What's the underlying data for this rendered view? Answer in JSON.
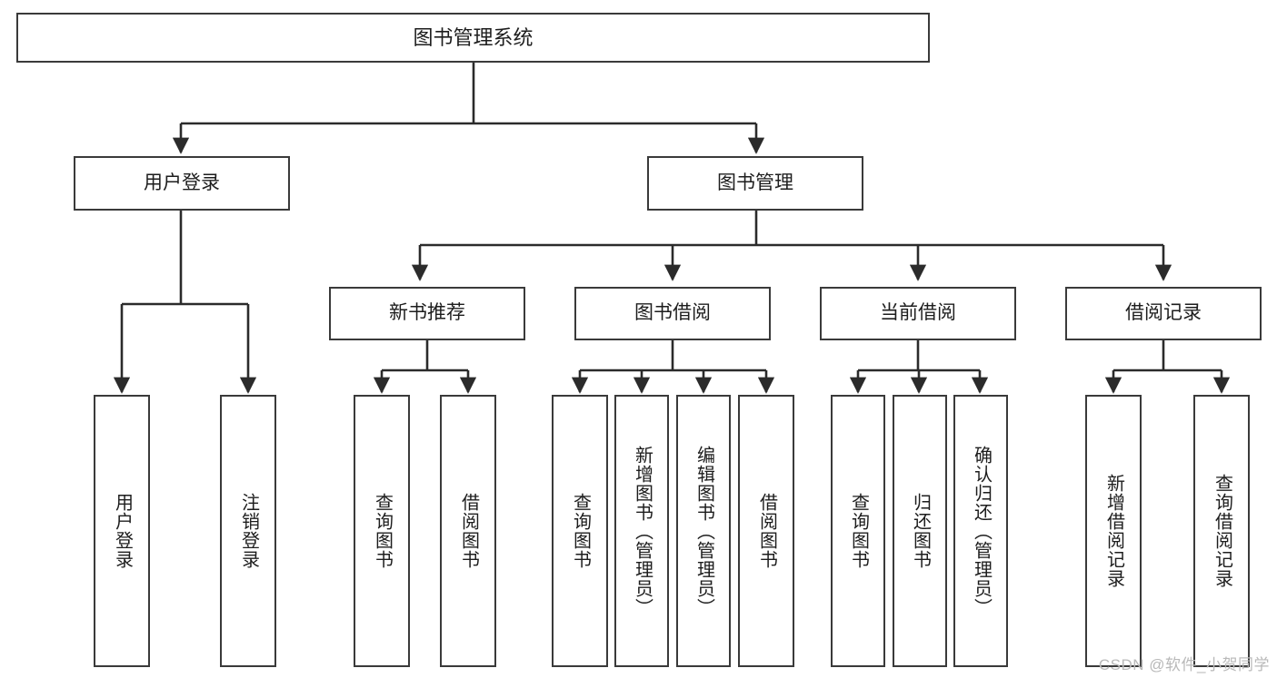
{
  "diagram": {
    "title": "图书管理系统",
    "type": "hierarchy-tree",
    "root": {
      "id": "root",
      "label": "图书管理系统"
    },
    "level2": [
      {
        "id": "user-login",
        "label": "用户登录"
      },
      {
        "id": "book-mgmt",
        "label": "图书管理"
      }
    ],
    "level3": [
      {
        "id": "new-book-rec",
        "label": "新书推荐",
        "parent": "book-mgmt"
      },
      {
        "id": "book-borrow",
        "label": "图书借阅",
        "parent": "book-mgmt"
      },
      {
        "id": "current-borrow",
        "label": "当前借阅",
        "parent": "book-mgmt"
      },
      {
        "id": "borrow-record",
        "label": "借阅记录",
        "parent": "book-mgmt"
      }
    ],
    "leaves": [
      {
        "id": "leaf-user-login",
        "label": "用户登录",
        "parent": "user-login"
      },
      {
        "id": "leaf-logout",
        "label": "注销登录",
        "parent": "user-login"
      },
      {
        "id": "leaf-query-book-1",
        "label": "查询图书",
        "parent": "new-book-rec"
      },
      {
        "id": "leaf-borrow-book-1",
        "label": "借阅图书",
        "parent": "new-book-rec"
      },
      {
        "id": "leaf-query-book-2",
        "label": "查询图书",
        "parent": "book-borrow"
      },
      {
        "id": "leaf-add-book",
        "label": "新增图书（管理员）",
        "parent": "book-borrow"
      },
      {
        "id": "leaf-edit-book",
        "label": "编辑图书（管理员）",
        "parent": "book-borrow"
      },
      {
        "id": "leaf-borrow-book-2",
        "label": "借阅图书",
        "parent": "book-borrow"
      },
      {
        "id": "leaf-query-book-3",
        "label": "查询图书",
        "parent": "current-borrow"
      },
      {
        "id": "leaf-return-book",
        "label": "归还图书",
        "parent": "current-borrow"
      },
      {
        "id": "leaf-confirm-return",
        "label": "确认归还（管理员）",
        "parent": "current-borrow"
      },
      {
        "id": "leaf-add-record",
        "label": "新增借阅记录",
        "parent": "borrow-record"
      },
      {
        "id": "leaf-query-record",
        "label": "查询借阅记录",
        "parent": "borrow-record"
      }
    ]
  },
  "watermark": {
    "text": "CSDN @软件_小贺同学"
  },
  "colors": {
    "stroke": "#3a3a3a",
    "fill": "#ffffff",
    "text": "#1d1d1d",
    "watermark": "#b9b9b9"
  }
}
